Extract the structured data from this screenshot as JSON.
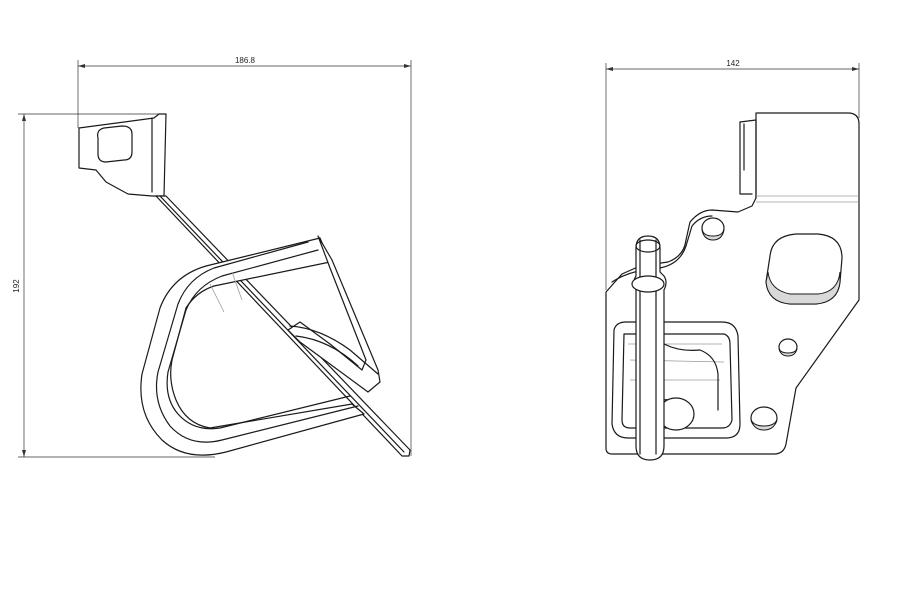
{
  "dimensions": {
    "side_width": "186.8",
    "side_height": "192",
    "front_width": "142"
  }
}
